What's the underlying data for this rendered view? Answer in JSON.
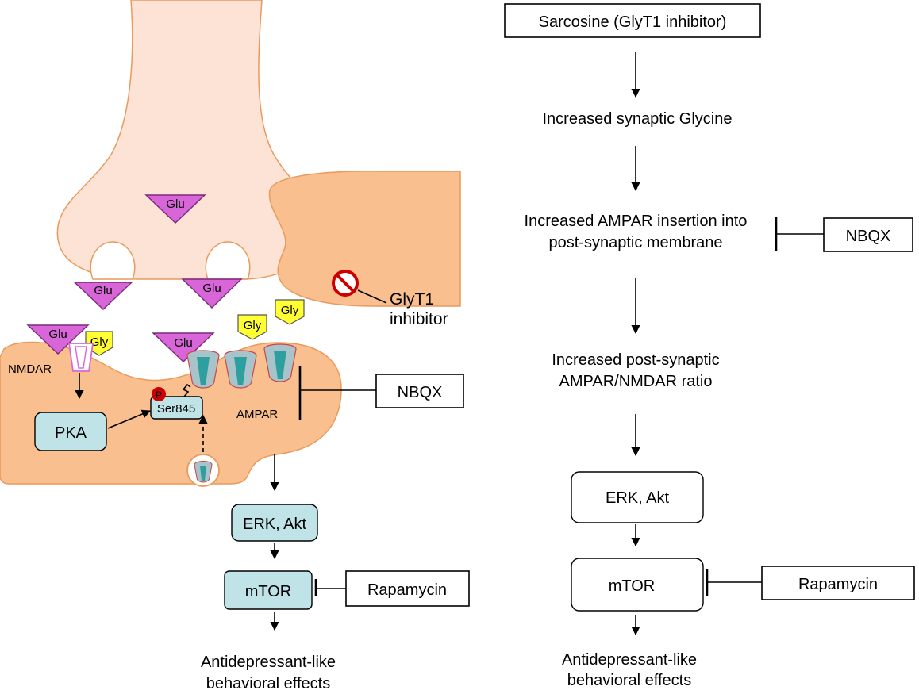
{
  "left_panel": {
    "glu_label": "Glu",
    "gly_label": "Gly",
    "nmdar_label": "NMDAR",
    "ampar_label": "AMPAR",
    "pka_label": "PKA",
    "ser845_label": "Ser845",
    "phospho_label": "P",
    "glyt1_label_line1": "GlyT1",
    "glyt1_label_line2": "inhibitor",
    "nbqx_label": "NBQX",
    "erk_akt_label": "ERK, Akt",
    "mtor_label": "mTOR",
    "rapamycin_label": "Rapamycin",
    "outcome_line1": "Antidepressant-like",
    "outcome_line2": "behavioral effects"
  },
  "right_panel": {
    "sarcosine_label": "Sarcosine (GlyT1 inhibitor)",
    "step1": "Increased synaptic Glycine",
    "step2_line1": "Increased AMPAR insertion into",
    "step2_line2": "post-synaptic membrane",
    "nbqx_label": "NBQX",
    "step3_line1": "Increased post-synaptic",
    "step3_line2": "AMPAR/NMDAR ratio",
    "erk_akt_label": "ERK, Akt",
    "mtor_label": "mTOR",
    "rapamycin_label": "Rapamycin",
    "outcome_line1": "Antidepressant-like",
    "outcome_line2": "behavioral effects"
  },
  "colors": {
    "presynaptic_fill": "#fde3d6",
    "postsynaptic_fill": "#f9bf8f",
    "membrane_stroke": "#e99a5c",
    "glu_fill": "#d966d9",
    "gly_fill": "#ffff33",
    "signaling_box_fill": "#bfe3e6",
    "receptor_teal": "#2e9f9f",
    "receptor_shell": "#a8c4ca",
    "inhibitor_red": "#cc0000"
  }
}
